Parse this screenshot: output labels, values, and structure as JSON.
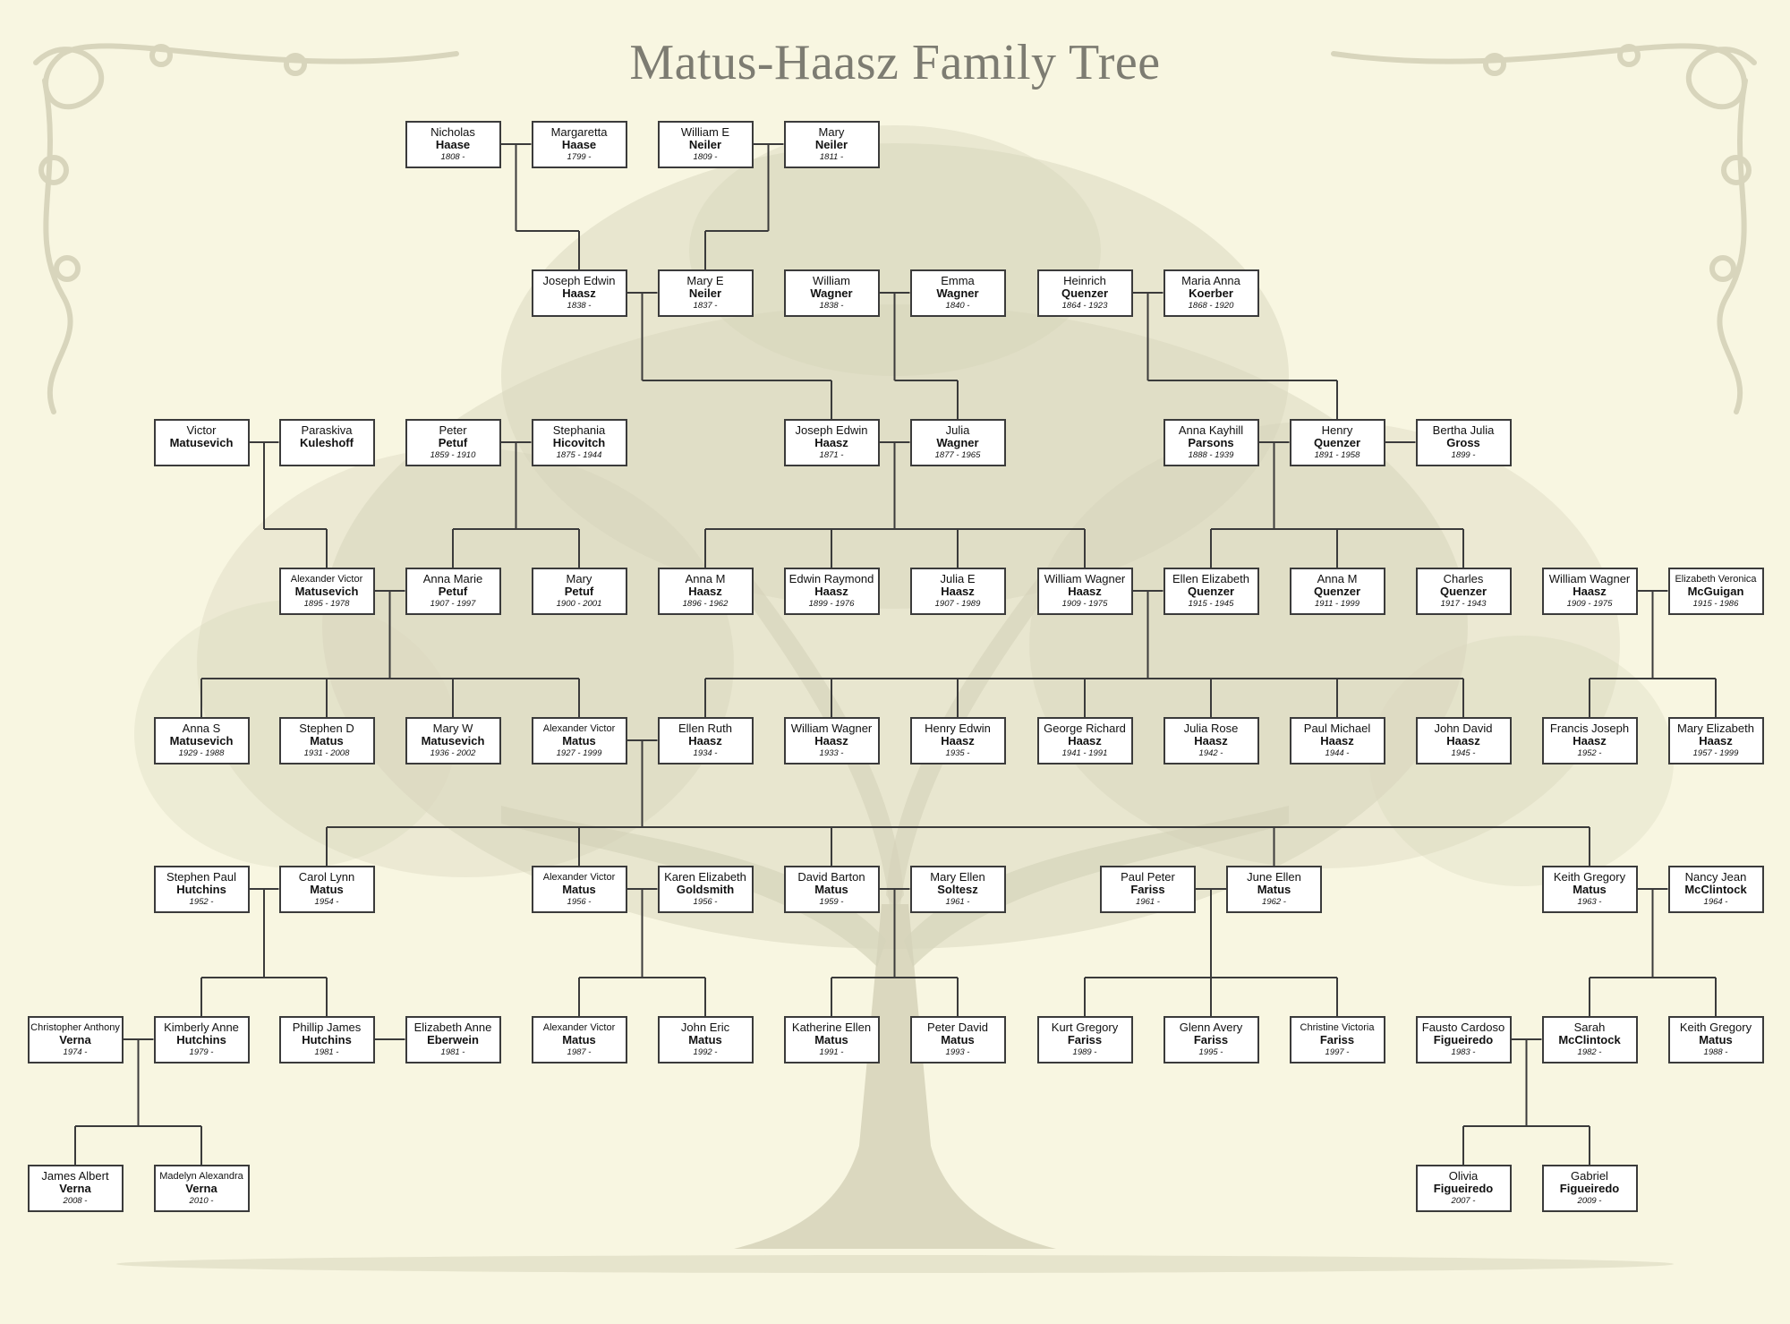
{
  "title": "Matus-Haasz Family Tree",
  "colors": {
    "background": "#f8f6e1",
    "line": "#3b3b3b",
    "box": "#ffffff",
    "title": "#7d7c72",
    "tree": "#c9c7ac"
  },
  "people": {
    "nicholas_haase": {
      "first": "Nicholas",
      "last": "Haase",
      "dates": "1808 -"
    },
    "margaretta_haase": {
      "first": "Margaretta",
      "last": "Haase",
      "dates": "1799 -"
    },
    "william_neiler": {
      "first": "William E",
      "last": "Neiler",
      "dates": "1809 -"
    },
    "mary_neiler_1811": {
      "first": "Mary",
      "last": "Neiler",
      "dates": "1811 -"
    },
    "joseph_edwin_1838": {
      "first": "Joseph Edwin",
      "last": "Haasz",
      "dates": "1838 -"
    },
    "mary_e_neiler": {
      "first": "Mary E",
      "last": "Neiler",
      "dates": "1837 -"
    },
    "william_wagner_1838": {
      "first": "William",
      "last": "Wagner",
      "dates": "1838 -"
    },
    "emma_wagner": {
      "first": "Emma",
      "last": "Wagner",
      "dates": "1840 -"
    },
    "heinrich_quenzer": {
      "first": "Heinrich",
      "last": "Quenzer",
      "dates": "1864 - 1923"
    },
    "maria_anna_koerber": {
      "first": "Maria Anna",
      "last": "Koerber",
      "dates": "1868 - 1920"
    },
    "victor_matusevich": {
      "first": "Victor",
      "last": "Matusevich",
      "dates": ""
    },
    "paraskiva_kuleshoff": {
      "first": "Paraskiva",
      "last": "Kuleshoff",
      "dates": ""
    },
    "peter_petuf": {
      "first": "Peter",
      "last": "Petuf",
      "dates": "1859 - 1910"
    },
    "stephania_hicovitch": {
      "first": "Stephania",
      "last": "Hicovitch",
      "dates": "1875 - 1944"
    },
    "joseph_edwin_1871": {
      "first": "Joseph Edwin",
      "last": "Haasz",
      "dates": "1871 -"
    },
    "julia_wagner": {
      "first": "Julia",
      "last": "Wagner",
      "dates": "1877 - 1965"
    },
    "anna_parsons": {
      "first": "Anna Kayhill",
      "last": "Parsons",
      "dates": "1888 - 1939"
    },
    "henry_quenzer": {
      "first": "Henry",
      "last": "Quenzer",
      "dates": "1891 - 1958"
    },
    "bertha_gross": {
      "first": "Bertha Julia",
      "last": "Gross",
      "dates": "1899 -"
    },
    "alexander_matusevich": {
      "first": "Alexander Victor",
      "last": "Matusevich",
      "dates": "1895 - 1978"
    },
    "anna_marie_petuf": {
      "first": "Anna Marie",
      "last": "Petuf",
      "dates": "1907 - 1997"
    },
    "mary_petuf": {
      "first": "Mary",
      "last": "Petuf",
      "dates": "1900 - 2001"
    },
    "anna_m_haasz": {
      "first": "Anna M",
      "last": "Haasz",
      "dates": "1896 - 1962"
    },
    "edwin_raymond_haasz": {
      "first": "Edwin Raymond",
      "last": "Haasz",
      "dates": "1899 - 1976"
    },
    "julia_e_haasz": {
      "first": "Julia E",
      "last": "Haasz",
      "dates": "1907 - 1989"
    },
    "william_wagner_haasz": {
      "first": "William Wagner",
      "last": "Haasz",
      "dates": "1909 - 1975"
    },
    "ellen_quenzer": {
      "first": "Ellen Elizabeth",
      "last": "Quenzer",
      "dates": "1915 - 1945"
    },
    "anna_m_quenzer": {
      "first": "Anna M",
      "last": "Quenzer",
      "dates": "1911 - 1999"
    },
    "charles_quenzer": {
      "first": "Charles",
      "last": "Quenzer",
      "dates": "1917 - 1943"
    },
    "william_wagner_haasz_r": {
      "first": "William Wagner",
      "last": "Haasz",
      "dates": "1909 - 1975"
    },
    "elizabeth_mcguigan": {
      "first": "Elizabeth Veronica",
      "last": "McGuigan",
      "dates": "1915 - 1986"
    },
    "anna_s_matusevich": {
      "first": "Anna S",
      "last": "Matusevich",
      "dates": "1929 - 1988"
    },
    "stephen_d_matus": {
      "first": "Stephen D",
      "last": "Matus",
      "dates": "1931 - 2008"
    },
    "mary_w_matusevich": {
      "first": "Mary W",
      "last": "Matusevich",
      "dates": "1936 - 2002"
    },
    "alexander_matus_1927": {
      "first": "Alexander Victor",
      "last": "Matus",
      "dates": "1927 - 1999"
    },
    "ellen_ruth_haasz": {
      "first": "Ellen Ruth",
      "last": "Haasz",
      "dates": "1934 -"
    },
    "william_wagner_1933": {
      "first": "William Wagner",
      "last": "Haasz",
      "dates": "1933 -"
    },
    "henry_edwin_haasz": {
      "first": "Henry Edwin",
      "last": "Haasz",
      "dates": "1935 -"
    },
    "george_richard_haasz": {
      "first": "George Richard",
      "last": "Haasz",
      "dates": "1941 - 1991"
    },
    "julia_rose_haasz": {
      "first": "Julia Rose",
      "last": "Haasz",
      "dates": "1942 -"
    },
    "paul_michael_haasz": {
      "first": "Paul Michael",
      "last": "Haasz",
      "dates": "1944 -"
    },
    "john_david_haasz": {
      "first": "John David",
      "last": "Haasz",
      "dates": "1945 -"
    },
    "francis_joseph_haasz": {
      "first": "Francis Joseph",
      "last": "Haasz",
      "dates": "1952 -"
    },
    "mary_elizabeth_haasz": {
      "first": "Mary Elizabeth",
      "last": "Haasz",
      "dates": "1957 - 1999"
    },
    "stephen_hutchins": {
      "first": "Stephen Paul",
      "last": "Hutchins",
      "dates": "1952 -"
    },
    "carol_matus": {
      "first": "Carol Lynn",
      "last": "Matus",
      "dates": "1954 -"
    },
    "alexander_matus_1956": {
      "first": "Alexander Victor",
      "last": "Matus",
      "dates": "1956 -"
    },
    "karen_goldsmith": {
      "first": "Karen Elizabeth",
      "last": "Goldsmith",
      "dates": "1956 -"
    },
    "david_matus": {
      "first": "David Barton",
      "last": "Matus",
      "dates": "1959 -"
    },
    "mary_ellen_soltesz": {
      "first": "Mary Ellen",
      "last": "Soltesz",
      "dates": "1961 -"
    },
    "paul_fariss": {
      "first": "Paul Peter",
      "last": "Fariss",
      "dates": "1961 -"
    },
    "june_matus": {
      "first": "June Ellen",
      "last": "Matus",
      "dates": "1962 -"
    },
    "keith_matus_1963": {
      "first": "Keith Gregory",
      "last": "Matus",
      "dates": "1963 -"
    },
    "nancy_mcclintock": {
      "first": "Nancy Jean",
      "last": "McClintock",
      "dates": "1964 -"
    },
    "christopher_verna": {
      "first": "Christopher Anthony",
      "last": "Verna",
      "dates": "1974 -"
    },
    "kimberly_hutchins": {
      "first": "Kimberly Anne",
      "last": "Hutchins",
      "dates": "1979 -"
    },
    "phillip_hutchins": {
      "first": "Phillip James",
      "last": "Hutchins",
      "dates": "1981 -"
    },
    "elizabeth_eberwein": {
      "first": "Elizabeth Anne",
      "last": "Eberwein",
      "dates": "1981 -"
    },
    "alexander_matus_1987": {
      "first": "Alexander Victor",
      "last": "Matus",
      "dates": "1987 -"
    },
    "john_eric_matus": {
      "first": "John Eric",
      "last": "Matus",
      "dates": "1992 -"
    },
    "katherine_matus": {
      "first": "Katherine Ellen",
      "last": "Matus",
      "dates": "1991 -"
    },
    "peter_matus": {
      "first": "Peter David",
      "last": "Matus",
      "dates": "1993 -"
    },
    "kurt_fariss": {
      "first": "Kurt Gregory",
      "last": "Fariss",
      "dates": "1989 -"
    },
    "glenn_fariss": {
      "first": "Glenn Avery",
      "last": "Fariss",
      "dates": "1995 -"
    },
    "christine_fariss": {
      "first": "Christine Victoria",
      "last": "Fariss",
      "dates": "1997 -"
    },
    "fausto_figueiredo": {
      "first": "Fausto Cardoso",
      "last": "Figueiredo",
      "dates": "1983 -"
    },
    "sarah_mcclintock": {
      "first": "Sarah",
      "last": "McClintock",
      "dates": "1982 -"
    },
    "keith_matus_1988": {
      "first": "Keith Gregory",
      "last": "Matus",
      "dates": "1988 -"
    },
    "james_verna": {
      "first": "James Albert",
      "last": "Verna",
      "dates": "2008 -"
    },
    "madelyn_verna": {
      "first": "Madelyn Alexandra",
      "last": "Verna",
      "dates": "2010 -"
    },
    "olivia_figueiredo": {
      "first": "Olivia",
      "last": "Figueiredo",
      "dates": "2007 -"
    },
    "gabriel_figueiredo": {
      "first": "Gabriel",
      "last": "Figueiredo",
      "dates": "2009 -"
    }
  }
}
